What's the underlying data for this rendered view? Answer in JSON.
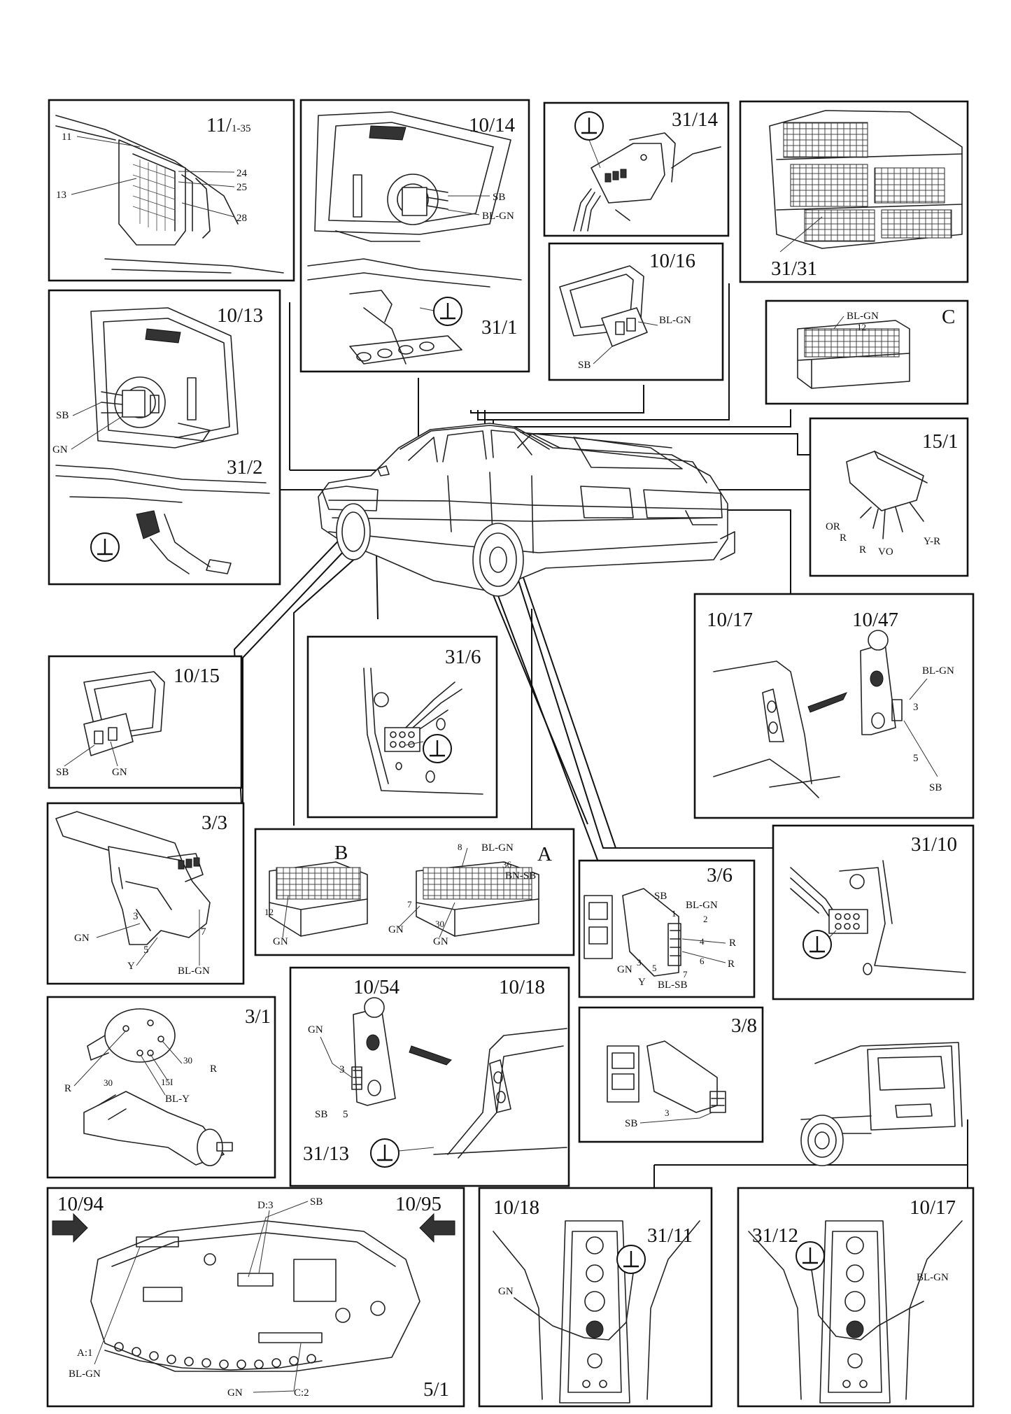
{
  "title": "",
  "panels": {
    "p11": {
      "title": "11/",
      "range": "1-35",
      "labels": [
        "11",
        "13",
        "24",
        "25",
        "28"
      ]
    },
    "p1014": {
      "title": "10/14",
      "subtitle": "31/1",
      "labels": [
        "SB",
        "BL-GN"
      ]
    },
    "p3114": {
      "title": "31/14"
    },
    "p3131": {
      "title": "31/31"
    },
    "p1016": {
      "title": "10/16",
      "labels": [
        "BL-GN",
        "SB"
      ]
    },
    "pC": {
      "title": "C",
      "labels": [
        "BL-GN",
        "12"
      ]
    },
    "p1013": {
      "title": "10/13",
      "subtitle": "31/2",
      "labels": [
        "SB",
        "GN"
      ]
    },
    "p151": {
      "title": "15/1",
      "labels": [
        "OR",
        "R",
        "R",
        "VO",
        "Y-R"
      ]
    },
    "p1017a": {
      "title": "10/17",
      "title2": "10/47",
      "labels": [
        "BL-GN",
        "3",
        "5",
        "SB"
      ]
    },
    "p1015": {
      "title": "10/15",
      "labels": [
        "SB",
        "GN"
      ]
    },
    "p316": {
      "title": "31/6"
    },
    "p33": {
      "title": "3/3",
      "labels": [
        "3",
        "GN",
        "5",
        "Y",
        "7",
        "BL-GN"
      ]
    },
    "pAB": {
      "title_b": "B",
      "title_a": "A",
      "labels": [
        "12",
        "GN",
        "7",
        "GN",
        "30",
        "GN",
        "8",
        "BL-GN",
        "36",
        "BN-SB"
      ]
    },
    "p36": {
      "title": "3/6",
      "labels": [
        "SB",
        "1",
        "BL-GN",
        "2",
        "4",
        "R",
        "GN",
        "3",
        "5",
        "Y",
        "6",
        "R",
        "7",
        "BL-SB"
      ]
    },
    "p3110": {
      "title": "31/10"
    },
    "p31": {
      "title": "3/1",
      "labels": [
        "30",
        "R",
        "R",
        "30",
        "15I",
        "BL-Y"
      ]
    },
    "p1018a": {
      "title": "10/54",
      "title2": "10/18",
      "labels": [
        "GN",
        "3",
        "SB",
        "5",
        "31/13"
      ]
    },
    "p38": {
      "title": "3/8",
      "labels": [
        "3",
        "SB"
      ]
    },
    "p51": {
      "title": "10/94",
      "title2": "10/95",
      "title3": "5/1",
      "labels": [
        "D:3",
        "SB",
        "A:1",
        "BL-GN",
        "GN",
        "C:2"
      ]
    },
    "p1018b": {
      "title": "10/18",
      "title2": "31/11",
      "labels": [
        "GN"
      ]
    },
    "p1017b": {
      "title": "31/12",
      "title2": "10/17",
      "labels": [
        "BL-GN"
      ]
    }
  },
  "icons": [
    "ground-symbol-icon",
    "arrow-icon"
  ]
}
